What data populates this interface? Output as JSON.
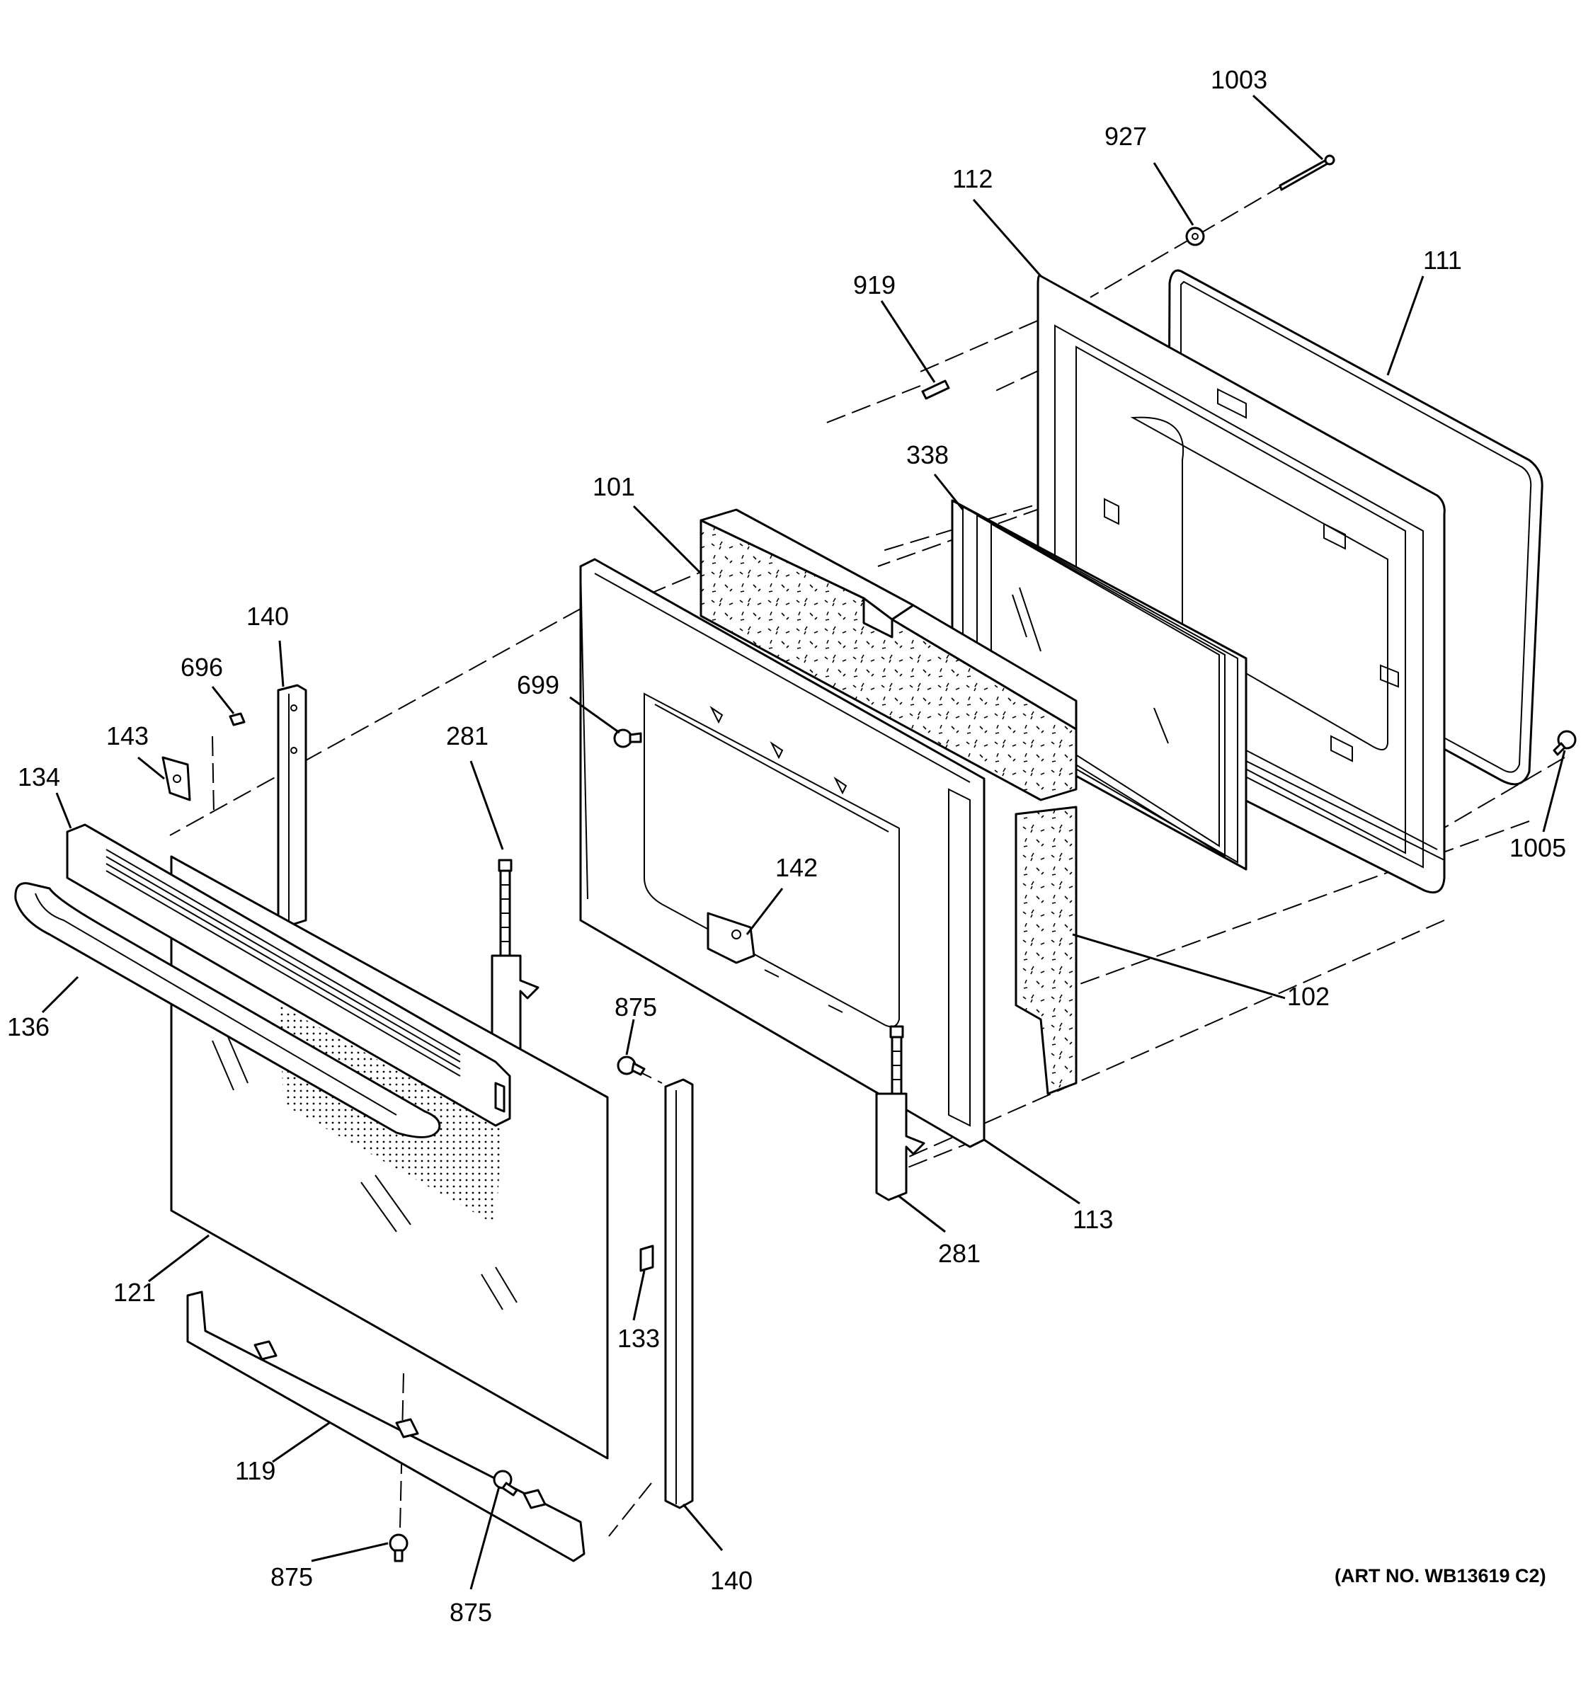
{
  "art_number": "(ART NO. WB13619 C2)",
  "callouts": [
    {
      "id": "c1003",
      "label": "1003"
    },
    {
      "id": "c927",
      "label": "927"
    },
    {
      "id": "c112",
      "label": "112"
    },
    {
      "id": "c111",
      "label": "111"
    },
    {
      "id": "c919",
      "label": "919"
    },
    {
      "id": "c338",
      "label": "338"
    },
    {
      "id": "c101",
      "label": "101"
    },
    {
      "id": "c140a",
      "label": "140"
    },
    {
      "id": "c696",
      "label": "696"
    },
    {
      "id": "c699",
      "label": "699"
    },
    {
      "id": "c143",
      "label": "143"
    },
    {
      "id": "c281a",
      "label": "281"
    },
    {
      "id": "c134",
      "label": "134"
    },
    {
      "id": "c142",
      "label": "142"
    },
    {
      "id": "c1005",
      "label": "1005"
    },
    {
      "id": "c102",
      "label": "102"
    },
    {
      "id": "c136",
      "label": "136"
    },
    {
      "id": "c875a",
      "label": "875"
    },
    {
      "id": "c113",
      "label": "113"
    },
    {
      "id": "c281b",
      "label": "281"
    },
    {
      "id": "c121",
      "label": "121"
    },
    {
      "id": "c133",
      "label": "133"
    },
    {
      "id": "c119",
      "label": "119"
    },
    {
      "id": "c875b",
      "label": "875"
    },
    {
      "id": "c875c",
      "label": "875"
    },
    {
      "id": "c140b",
      "label": "140"
    }
  ]
}
